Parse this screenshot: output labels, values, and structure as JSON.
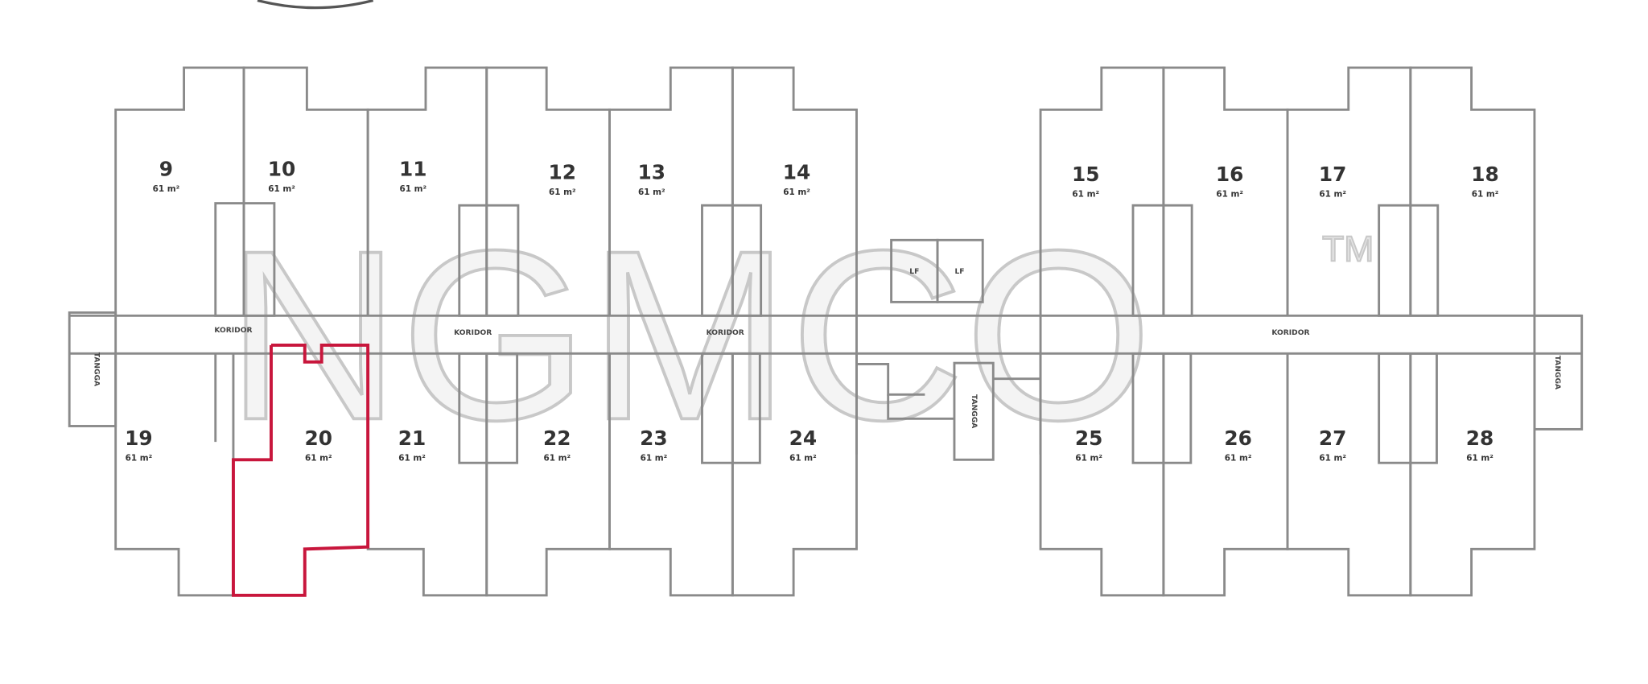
{
  "plan": {
    "units": [
      {
        "number": "9",
        "area": "61 m²"
      },
      {
        "number": "10",
        "area": "61 m²"
      },
      {
        "number": "11",
        "area": "61 m²"
      },
      {
        "number": "12",
        "area": "61 m²"
      },
      {
        "number": "13",
        "area": "61 m²"
      },
      {
        "number": "14",
        "area": "61 m²"
      },
      {
        "number": "15",
        "area": "61 m²"
      },
      {
        "number": "16",
        "area": "61 m²"
      },
      {
        "number": "17",
        "area": "61 m²"
      },
      {
        "number": "18",
        "area": "61 m²"
      },
      {
        "number": "19",
        "area": "61 m²"
      },
      {
        "number": "20",
        "area": "61 m²",
        "selected": true
      },
      {
        "number": "21",
        "area": "61 m²"
      },
      {
        "number": "22",
        "area": "61 m²"
      },
      {
        "number": "23",
        "area": "61 m²"
      },
      {
        "number": "24",
        "area": "61 m²"
      },
      {
        "number": "25",
        "area": "61 m²"
      },
      {
        "number": "26",
        "area": "61 m²"
      },
      {
        "number": "27",
        "area": "61 m²"
      },
      {
        "number": "28",
        "area": "61 m²"
      }
    ],
    "corridor_labels": [
      "KORIDOR",
      "KORIDOR",
      "KORIDOR",
      "KORIDOR"
    ],
    "lift_labels": [
      "LF",
      "LF"
    ],
    "stair_labels": [
      "TANGGA",
      "TANGGA",
      "TANGGA"
    ],
    "watermark": "NGMCO",
    "watermark_tm": "TM",
    "selected_color": "#c8163c"
  }
}
